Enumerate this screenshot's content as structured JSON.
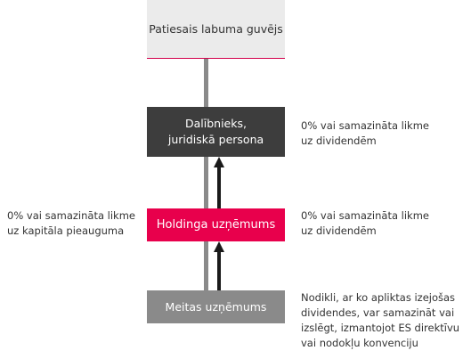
{
  "boxes": {
    "beneficiary": "Patiesais labuma guvējs",
    "member_line1": "Dalībnieks,",
    "member_line2": "juridiskā persona",
    "holding": "Holdinga uzņēmums",
    "subsidiary": "Meitas uzņēmums"
  },
  "notes": {
    "member": [
      "0% vai samazināta likme",
      "uz dividendēm"
    ],
    "holding": [
      "0% vai samazināta likme",
      "uz dividendēm"
    ],
    "capital_gains": [
      "0% vai samazināta likme",
      "uz kapitāla pieauguma"
    ],
    "subsidiary": [
      "Nodikli, ar ko apliktas  izejošas",
      "dividendes, var samazināt vai",
      "izslēgt, izmantojot ES direktīvu",
      "vai nodokļu konvenciju"
    ]
  },
  "colors": {
    "member": "#3d3d3d",
    "holding": "#e8004c",
    "subsidiary": "#8a8a8a",
    "beneficiary": "#ebebeb",
    "connector": "#8a8a8a",
    "arrow": "#1a1a1a"
  }
}
